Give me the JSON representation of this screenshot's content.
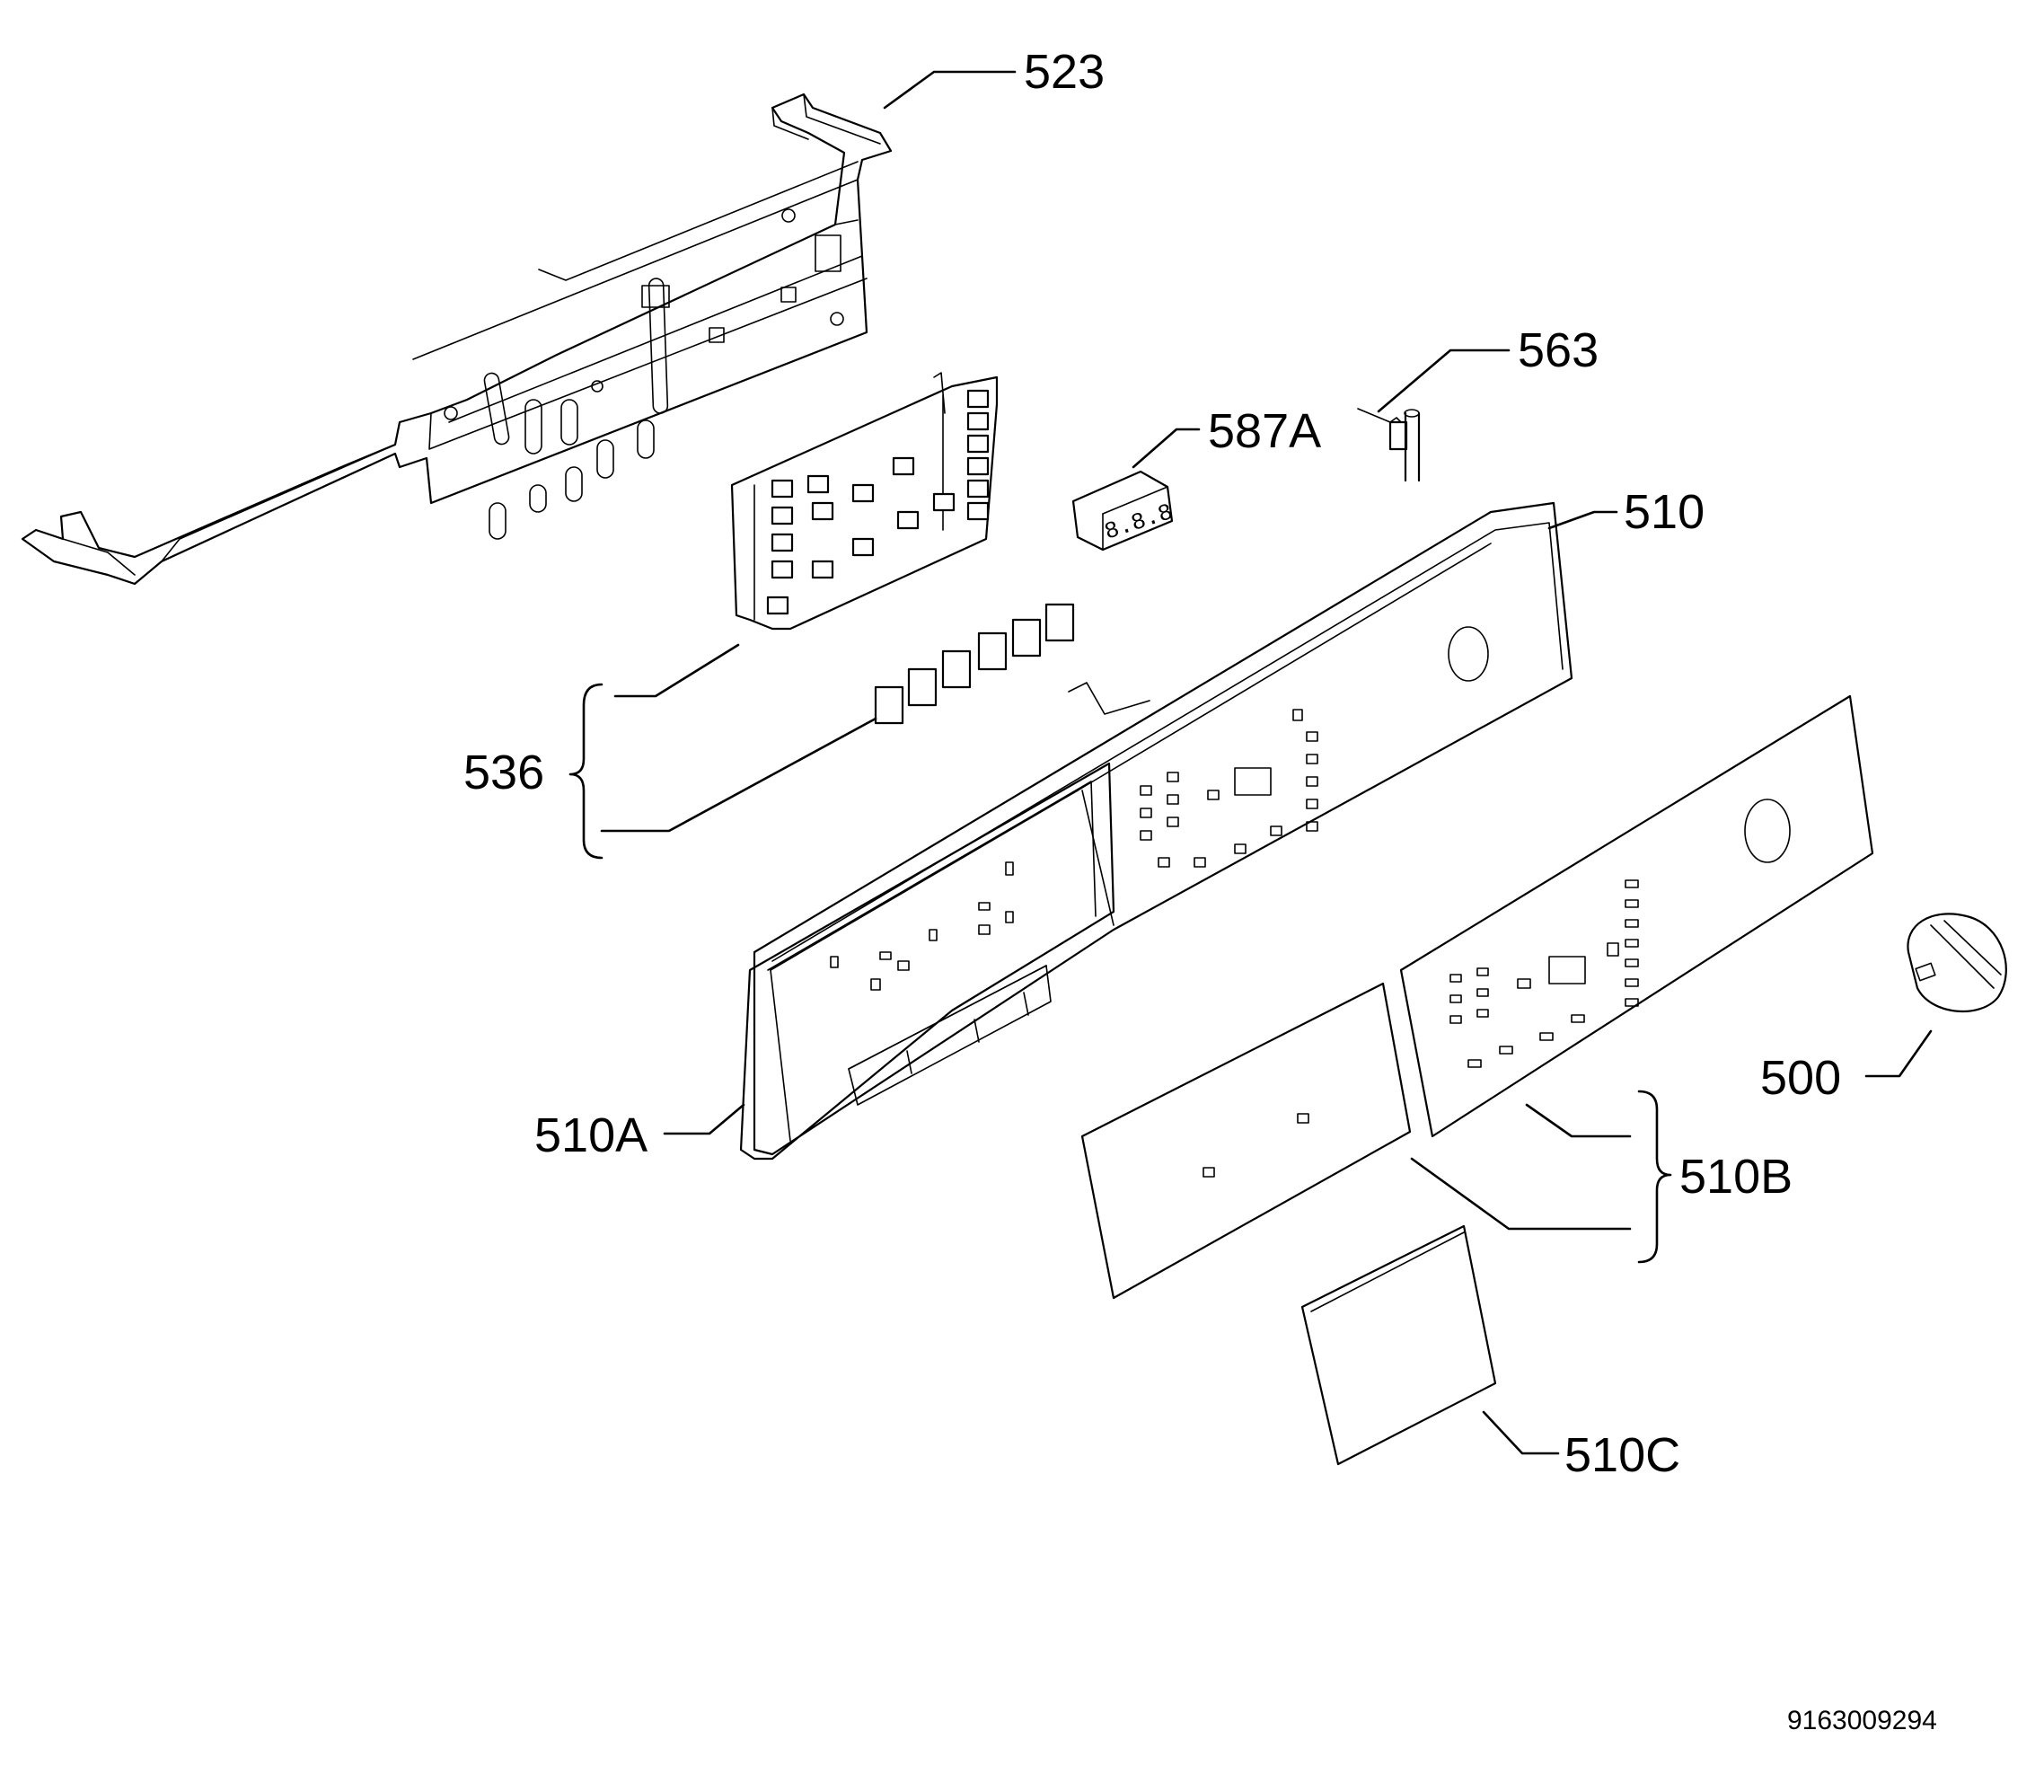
{
  "labels": {
    "p523": "523",
    "p563": "563",
    "p587a": "587A",
    "p510": "510",
    "p536": "536",
    "p500": "500",
    "p510a": "510A",
    "p510b": "510B",
    "p510c": "510C"
  },
  "document_number": "9163009294"
}
